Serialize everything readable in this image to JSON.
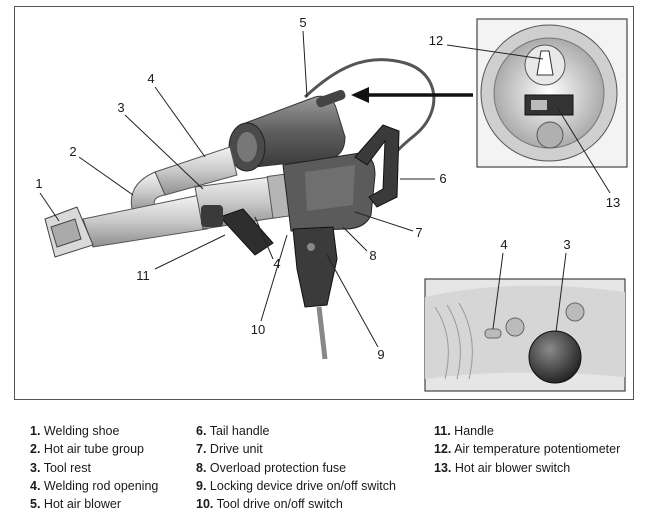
{
  "callouts": [
    "1",
    "2",
    "3",
    "4",
    "5",
    "6",
    "7",
    "8",
    "9",
    "10",
    "11",
    "12",
    "13",
    "4",
    "3"
  ],
  "legend": {
    "items": [
      {
        "num": "1.",
        "label": "Welding shoe"
      },
      {
        "num": "2.",
        "label": "Hot air tube group"
      },
      {
        "num": "3.",
        "label": "Tool rest"
      },
      {
        "num": "4.",
        "label": "Welding rod opening"
      },
      {
        "num": "5.",
        "label": "Hot air blower"
      },
      {
        "num": "6.",
        "label": "Tail handle"
      },
      {
        "num": "7.",
        "label": "Drive unit"
      },
      {
        "num": "8.",
        "label": "Overload protection fuse"
      },
      {
        "num": "9.",
        "label": "Locking device drive on/off switch"
      },
      {
        "num": "10.",
        "label": "Tool drive on/off switch"
      },
      {
        "num": "11.",
        "label": "Handle"
      },
      {
        "num": "12.",
        "label": "Air temperature potentiometer"
      },
      {
        "num": "13.",
        "label": "Hot air blower switch"
      }
    ]
  }
}
